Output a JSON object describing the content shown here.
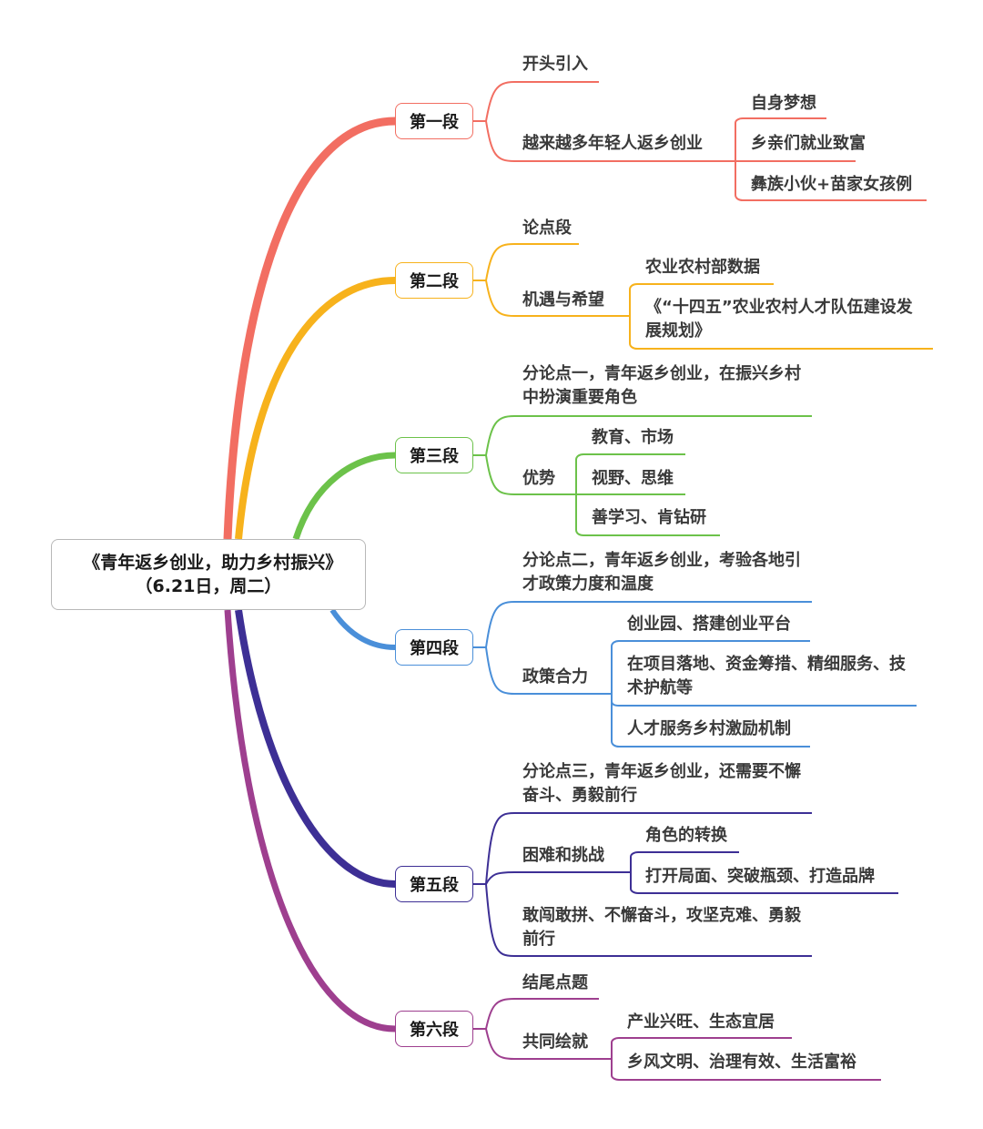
{
  "root": {
    "title": "《青年返乡创业，助力乡村振兴》（6.21日，周二）"
  },
  "colors": {
    "s1": "#f26e62",
    "s2": "#f7b21c",
    "s3": "#6cc24a",
    "s4": "#4a8fd9",
    "s5": "#3d2f95",
    "s6": "#9e3f8f"
  },
  "sections": [
    {
      "label": "第一段",
      "children": [
        {
          "label": "开头引入"
        },
        {
          "label": "越来越多年轻人返乡创业",
          "children": [
            {
              "label": "自身梦想"
            },
            {
              "label": "乡亲们就业致富"
            },
            {
              "label": "彝族小伙+苗家女孩例"
            }
          ]
        }
      ]
    },
    {
      "label": "第二段",
      "children": [
        {
          "label": "论点段"
        },
        {
          "label": "机遇与希望",
          "children": [
            {
              "label": "农业农村部数据"
            },
            {
              "label": "《“十四五”农业农村人才队伍建设发展规划》"
            }
          ]
        }
      ]
    },
    {
      "label": "第三段",
      "children": [
        {
          "label": "分论点一，青年返乡创业，在振兴乡村中扮演重要角色"
        },
        {
          "label": "优势",
          "children": [
            {
              "label": "教育、市场"
            },
            {
              "label": "视野、思维"
            },
            {
              "label": "善学习、肯钻研"
            }
          ]
        }
      ]
    },
    {
      "label": "第四段",
      "children": [
        {
          "label": "分论点二，青年返乡创业，考验各地引才政策力度和温度"
        },
        {
          "label": "政策合力",
          "children": [
            {
              "label": "创业园、搭建创业平台"
            },
            {
              "label": "在项目落地、资金筹措、精细服务、技术护航等"
            },
            {
              "label": "人才服务乡村激励机制"
            }
          ]
        }
      ]
    },
    {
      "label": "第五段",
      "children": [
        {
          "label": "分论点三，青年返乡创业，还需要不懈奋斗、勇毅前行"
        },
        {
          "label": "困难和挑战",
          "children": [
            {
              "label": "角色的转换"
            },
            {
              "label": "打开局面、突破瓶颈、打造品牌"
            }
          ]
        },
        {
          "label": "敢闯敢拼、不懈奋斗，攻坚克难、勇毅前行"
        }
      ]
    },
    {
      "label": "第六段",
      "children": [
        {
          "label": "结尾点题"
        },
        {
          "label": "共同绘就",
          "children": [
            {
              "label": "产业兴旺、生态宜居"
            },
            {
              "label": "乡风文明、治理有效、生活富裕"
            }
          ]
        }
      ]
    }
  ]
}
